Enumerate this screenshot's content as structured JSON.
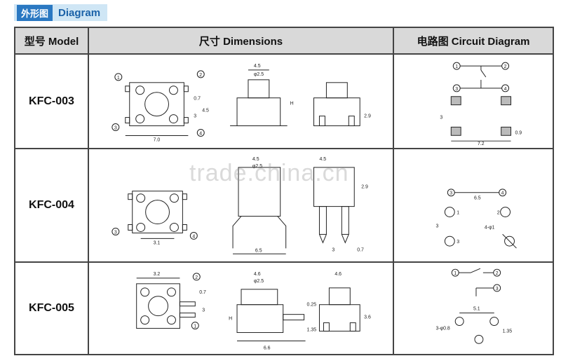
{
  "header": {
    "tag_cn": "外形图",
    "tag_en": "Diagram"
  },
  "columns": {
    "model": "型号 Model",
    "dimensions": "尺寸 Dimensions",
    "circuit": "电路图 Circuit Diagram"
  },
  "rows": [
    {
      "model": "KFC-003",
      "dims": {
        "width": "7.0",
        "top": "4.5",
        "cap": "φ2.5",
        "pitch": "0.7",
        "side": "3",
        "side2": "4.5",
        "height": "H",
        "base": "2.9"
      },
      "circuit": {
        "pins": [
          "1",
          "2",
          "3",
          "4"
        ],
        "w": "7.2",
        "h": "3",
        "pad": "0.9"
      }
    },
    {
      "model": "KFC-004",
      "dims": {
        "top": "4.5",
        "cap": "φ2.5",
        "pitch": "3.1",
        "base": "6.5",
        "lead": "3",
        "lead2": "0.7",
        "side": "2.9"
      },
      "circuit": {
        "pins": [
          "1",
          "2",
          "3",
          "4"
        ],
        "w": "6.5",
        "h": "3",
        "hole": "4-φ1"
      }
    },
    {
      "model": "KFC-005",
      "dims": {
        "top": "3.2",
        "cap": "φ2.5",
        "pitch": "0.7",
        "side": "3",
        "w2": "4.6",
        "lead": "0.25",
        "base": "6.6",
        "right": "3.6",
        "height": "H",
        "lead3": "1.35"
      },
      "circuit": {
        "pins": [
          "1",
          "2",
          "3"
        ],
        "w": "5.1",
        "hole": "3-φ0.8",
        "gap": "1.35"
      }
    }
  ],
  "watermark": "trade.china.cn"
}
